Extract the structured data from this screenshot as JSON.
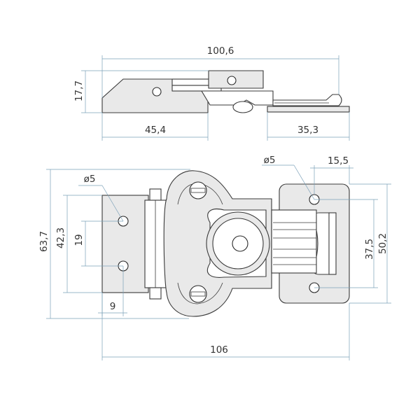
{
  "drawing": {
    "top_view": {
      "overall_length": "100,6",
      "height": "17,7",
      "base_length": "45,4",
      "keeper_length": "35,3"
    },
    "front_view": {
      "total_length": "106",
      "total_height": "63,7",
      "hole_span_left": "42,3",
      "hole_pitch_left": "19",
      "hole_offset_left": "9",
      "hole_diameter_left": "ø5",
      "hole_diameter_right": "ø5",
      "keeper_width": "15,5",
      "hole_pitch_right": "37,5",
      "keeper_height": "50,2"
    },
    "colors": {
      "outline": "#3a3a3a",
      "dimension_line": "#7aa0b8",
      "part_fill": "#e9e9e9"
    }
  }
}
